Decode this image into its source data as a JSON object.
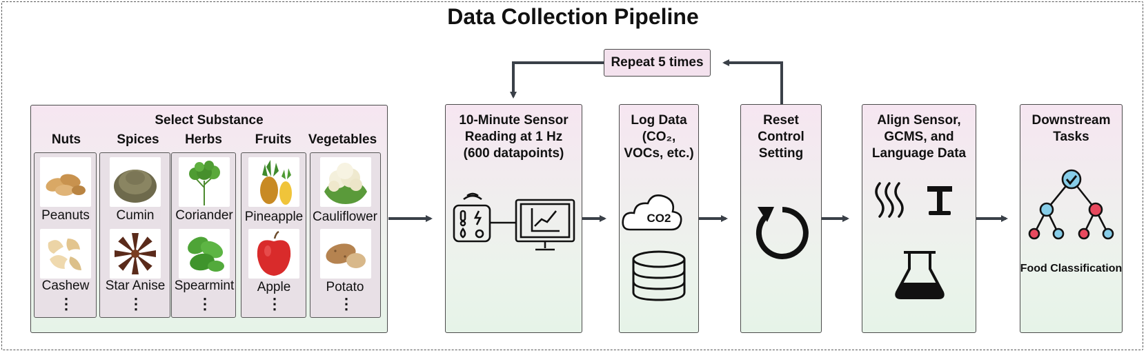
{
  "title": "Data Collection Pipeline",
  "select_substance": {
    "title": "Select Substance",
    "categories": [
      {
        "name": "Nuts",
        "items": [
          "Peanuts",
          "Cashew"
        ],
        "more": "⋮"
      },
      {
        "name": "Spices",
        "items": [
          "Cumin",
          "Star Anise"
        ],
        "more": "⋮"
      },
      {
        "name": "Herbs",
        "items": [
          "Coriander",
          "Spearmint"
        ],
        "more": "⋮"
      },
      {
        "name": "Fruits",
        "items": [
          "Pineapple",
          "Apple"
        ],
        "more": "⋮"
      },
      {
        "name": "Vegetables",
        "items": [
          "Cauliflower",
          "Potato"
        ],
        "more": "⋮"
      }
    ]
  },
  "sensor_reading": {
    "title": "10-Minute Sensor Reading at 1 Hz (600 datapoints)",
    "icons": [
      "wireless-sensor-icon",
      "monitor-chart-icon"
    ]
  },
  "log_data": {
    "title": "Log Data (CO₂, VOCs, etc.)",
    "cloud_text": "CO2",
    "icons": [
      "co2-cloud-icon",
      "database-icon"
    ]
  },
  "reset": {
    "title": "Reset Control Setting",
    "icons": [
      "refresh-icon"
    ]
  },
  "repeat": {
    "label": "Repeat 5 times"
  },
  "align": {
    "title": "Align Sensor, GCMS, and Language Data",
    "icons": [
      "vapor-icon",
      "text-icon",
      "flask-icon"
    ]
  },
  "downstream": {
    "title": "Downstream Tasks",
    "task": "Food Classification",
    "icons": [
      "decision-tree-icon"
    ]
  },
  "colors": {
    "stage_top": "#f6e6f1",
    "stage_bottom": "#e6f3e8",
    "arrow": "#3a4048",
    "node_blue": "#87cde8",
    "node_red": "#e8495e"
  }
}
